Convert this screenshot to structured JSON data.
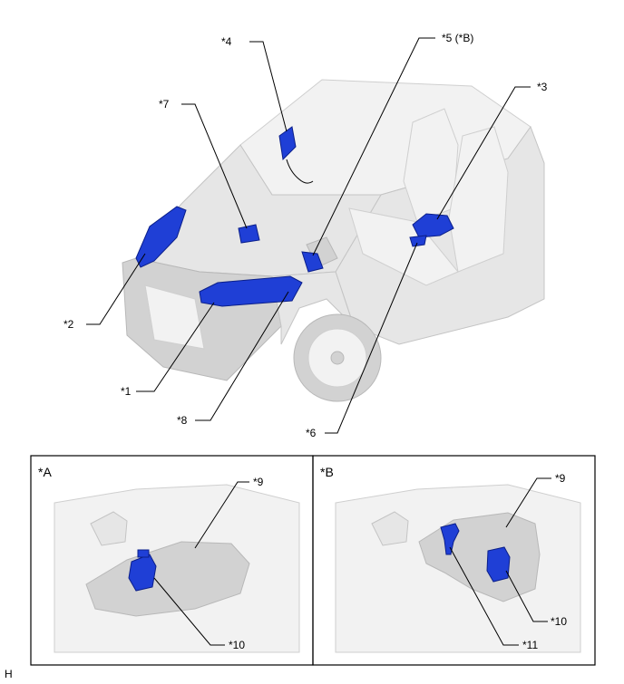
{
  "callouts": {
    "c1": "*1",
    "c2": "*2",
    "c3": "*3",
    "c4": "*4",
    "c5": "*5 (*B)",
    "c6": "*6",
    "c7": "*7",
    "c8": "*8"
  },
  "panel_a": {
    "title": "*A",
    "c9": "*9",
    "c10": "*10"
  },
  "panel_b": {
    "title": "*B",
    "c9": "*9",
    "c10": "*10",
    "c11": "*11"
  },
  "corner_code": "H",
  "colors": {
    "part_blue": "#1f3fd6",
    "body_gray": "#e6e6e6"
  }
}
